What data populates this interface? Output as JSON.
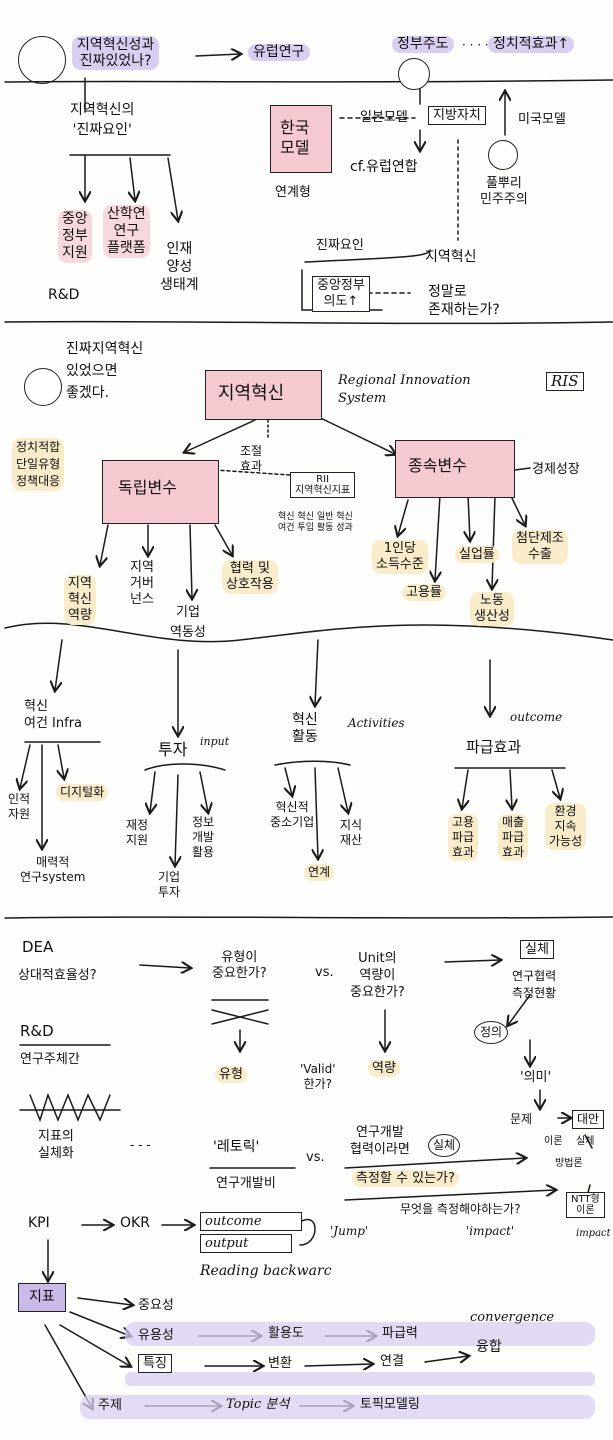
{
  "colors": {
    "ink": "#1a1a1a",
    "purple_highlight": "#d9cdf0",
    "pink_highlight": "#f7d9dd",
    "yellow_highlight": "#f9eccb",
    "cube_pink": "#f4c9cf"
  },
  "icons": [
    "smiley-face-icon",
    "stick-figure-icon",
    "cube-icon",
    "arrow-icon"
  ],
  "s1": {
    "question": "지역혁신성과\n진짜있었나?",
    "eu_research": "유럽연구",
    "govt_led": "정부주도",
    "policy_effect": "정치적효과↑",
    "true_factors_title": "지역혁신의\n'진짜요인'",
    "factor_central": "중앙\n정부\n지원",
    "factor_industry": "산학연\n연구\n플랫폼",
    "factor_talent": "인재\n양성\n생태계",
    "rnd": "R&D",
    "korea_model": "한국\n모델",
    "japan_model": "일본모델",
    "local_govt": "지방자치",
    "us_model": "미국모델",
    "eu_union": "cf.유럽연합",
    "continental": "연계형",
    "grassroots": "풀뿌리\n민주주의",
    "true_factor_label": "진짜요인",
    "central_intent": "중앙정부\n의도↑",
    "regional_innovation": "지역혁신",
    "really_exists": "정말로\n존재하는가?"
  },
  "s2": {
    "if_true": "진짜지역혁신\n있었으면\n좋겠다.",
    "policy_notes": "정치적합\n단일유형\n정책대응",
    "center": "지역혁신",
    "ris_title": "Regional Innovation\nSystem",
    "ris": "RIS",
    "moderating_effect": "조절\n효과",
    "independent_var": "독립변수",
    "ris_small": "RII\n지역혁신지표",
    "ris_sub": "혁신 혁신 일반 혁신\n여건 투입 활동 성과",
    "dependent_var": "종속변수",
    "economic_growth": "경제성장",
    "iv_capacity": "지역\n혁신\n역량",
    "iv_governance": "지역\n거버\n넌스",
    "iv_firm": "기업\n역동성",
    "iv_cooperation": "협력 및\n상호작용",
    "dv_income": "1인당\n소득수준",
    "dv_employment": "고용률",
    "dv_unemployment": "실업률",
    "dv_productivity": "노동\n생산성",
    "dv_hightech": "첨단제조\n수출"
  },
  "s3": {
    "infra": "혁신\n여건 Infra",
    "infra_human": "인적\n자원",
    "infra_digital": "디지털화",
    "infra_attractive": "매력적\n연구system",
    "investment": "투자",
    "input": "input",
    "inv_finance": "재정\n지원",
    "inv_info": "정보\n개발\n활용",
    "inv_firm": "기업\n투자",
    "activity": "혁신\n활동",
    "activities": "Activities",
    "act_intl": "혁신적\n중소기업",
    "act_knowledge": "지식\n재산",
    "act_link": "연계",
    "outcome_label": "outcome",
    "spillover": "파급효과",
    "sp_employment": "고용\n파급\n효과",
    "sp_sales": "매출\n파급\n효과",
    "sp_sustain": "환경\n지속\n가능성"
  },
  "s4": {
    "dea": "DEA",
    "dea_sub": "상대적효율성?",
    "is_type_important": "유형이\n중요한가?",
    "vs1": "vs.",
    "is_capacity_important": "Unit의\n역량이\n중요한가?",
    "actual": "실체",
    "research_coop": "연구협력\n측정현황",
    "rnd": "R&D",
    "rnd_sub": "연구주체간",
    "type": "유형",
    "valid": "'Valid'\n한가?",
    "capacity": "역량",
    "definition": "정의",
    "meaning": "'의미'",
    "problem": "문제",
    "alternative": "대안",
    "theory": "이론",
    "actual2": "실체",
    "methodology": "방법론",
    "ntt": "NTT형\n이론",
    "impact_small": "impact",
    "indicator_actual": "지표의\n실체화",
    "dots": "- - -",
    "rhetoric": "'레토릭'",
    "vs2": "vs.",
    "rnd_cooperation": "연구개발\n협력이라면",
    "actual3": "실체",
    "research_dev": "연구개발비",
    "can_measure": "측정할 수 있는가?",
    "what_measure": "무엇을 측정해야하는가?",
    "impact": "'impact'",
    "kpi": "KPI",
    "okr": "OKR",
    "outcome": "outcome",
    "output": "output",
    "jump": "'Jump'",
    "reading_backward": "Reading backwarc",
    "indicator": "지표",
    "importance": "중요성",
    "usefulness": "유용성",
    "utilization": "활용도",
    "ripple": "파급력",
    "convergence": "convergence",
    "fusion": "융합",
    "feature": "특징",
    "change": "변환",
    "link": "연결",
    "topic": "주제",
    "topic_analysis": "Topic 분석",
    "topic_modeling": "토픽모델링"
  }
}
